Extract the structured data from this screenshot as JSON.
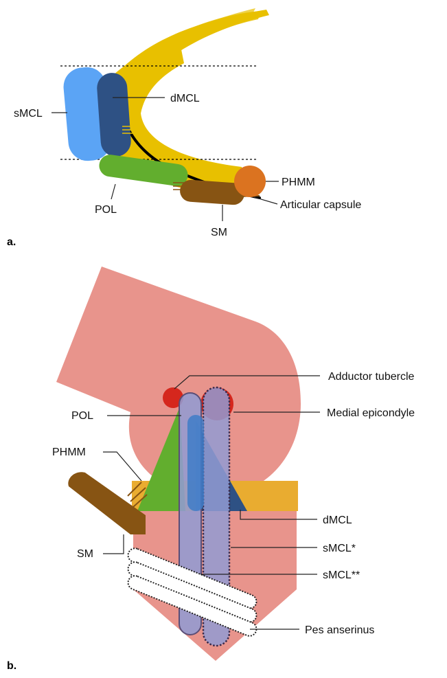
{
  "panel_a": {
    "letter": "a.",
    "labels": {
      "smcl": "sMCL",
      "dmcl": "dMCL",
      "phmm": "PHMM",
      "articular_capsule": "Articular capsule",
      "pol": "POL",
      "sm": "SM"
    }
  },
  "panel_b": {
    "letter": "b.",
    "labels": {
      "adductor_tubercle": "Adductor tubercle",
      "medial_epicondyle": "Medial epicondyle",
      "pol": "POL",
      "phmm": "PHMM",
      "dmcl": "dMCL",
      "smcl_star": "sMCL*",
      "smcl_double_star": "sMCL**",
      "sm": "SM",
      "pes_anserinus": "Pes anserinus"
    }
  },
  "colors": {
    "smcl_blue": "#5BA4F5",
    "dmcl_navy": "#2E5184",
    "meniscus_yellow": "#E8C000",
    "phmm_orange": "#DB7320",
    "pol_green": "#62AE2E",
    "sm_brown": "#875413",
    "bone_pink": "#E8948C",
    "tibial_plateau": "#E9AC30",
    "ligament_lavender": "#929BD2",
    "tubercle_red": "#D5271D"
  }
}
